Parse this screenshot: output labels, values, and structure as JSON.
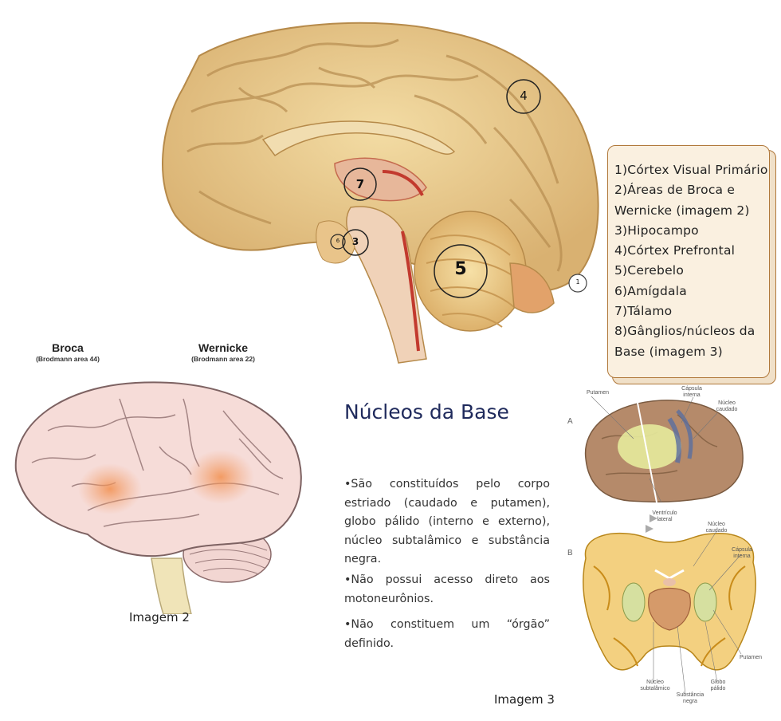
{
  "legend": {
    "items": [
      "1)Córtex Visual Primário",
      "2)Áreas de Broca e",
      "Wernicke (imagem 2)",
      "3)Hipocampo",
      "4)Córtex Prefrontal",
      "5)Cerebelo",
      "6)Amígdala",
      "7)Tálamo",
      "8)Gânglios/núcleos da",
      "Base (imagem 3)"
    ]
  },
  "sagittal_markers": {
    "m1": "1",
    "m3": "3",
    "m4": "4",
    "m5": "5",
    "m6": "6",
    "m7": "7"
  },
  "broca": {
    "title": "Broca",
    "subtitle": "(Brodmann area 44)"
  },
  "wernicke": {
    "title": "Wernicke",
    "subtitle": "(Brodmann area 22)"
  },
  "image2_caption": "Imagem 2",
  "nucleos": {
    "title": "Núcleos da Base",
    "p1": "•São constituídos pelo corpo estriado (caudado e putamen), globo pálido (interno e externo), núcleo subtalâmico e substância negra.",
    "p2": "•Não possui acesso direto aos motoneurônios.",
    "p3": "•Não constituem um “órgão” definido."
  },
  "image3_caption": "Imagem 3",
  "basal_ganglia_labels": {
    "letter_a": "A",
    "letter_b": "B",
    "putamen_a": "Putamen",
    "capsula_a": "Cápsula interna",
    "nucleo_caudado_a": "Núcleo caudado",
    "ventriculo_lateral": "Ventrículo lateral",
    "nucleo_caudado_b": "Núcleo caudado",
    "capsula_b": "Cápsula interna",
    "putamen_b": "Putamen",
    "nucleo_subtalamico": "Núcleo subtalâmico",
    "substancia_negra": "Substância negra",
    "globo_palido": "Globo pálido"
  },
  "colors": {
    "title_navy": "#1f2a5c",
    "legend_border": "#b0783a",
    "legend_bg": "#faf0e0",
    "brain_tan": "#e8c98a",
    "brain_pink": "#f4d6d2",
    "highlight_orange": "#f2a070"
  }
}
